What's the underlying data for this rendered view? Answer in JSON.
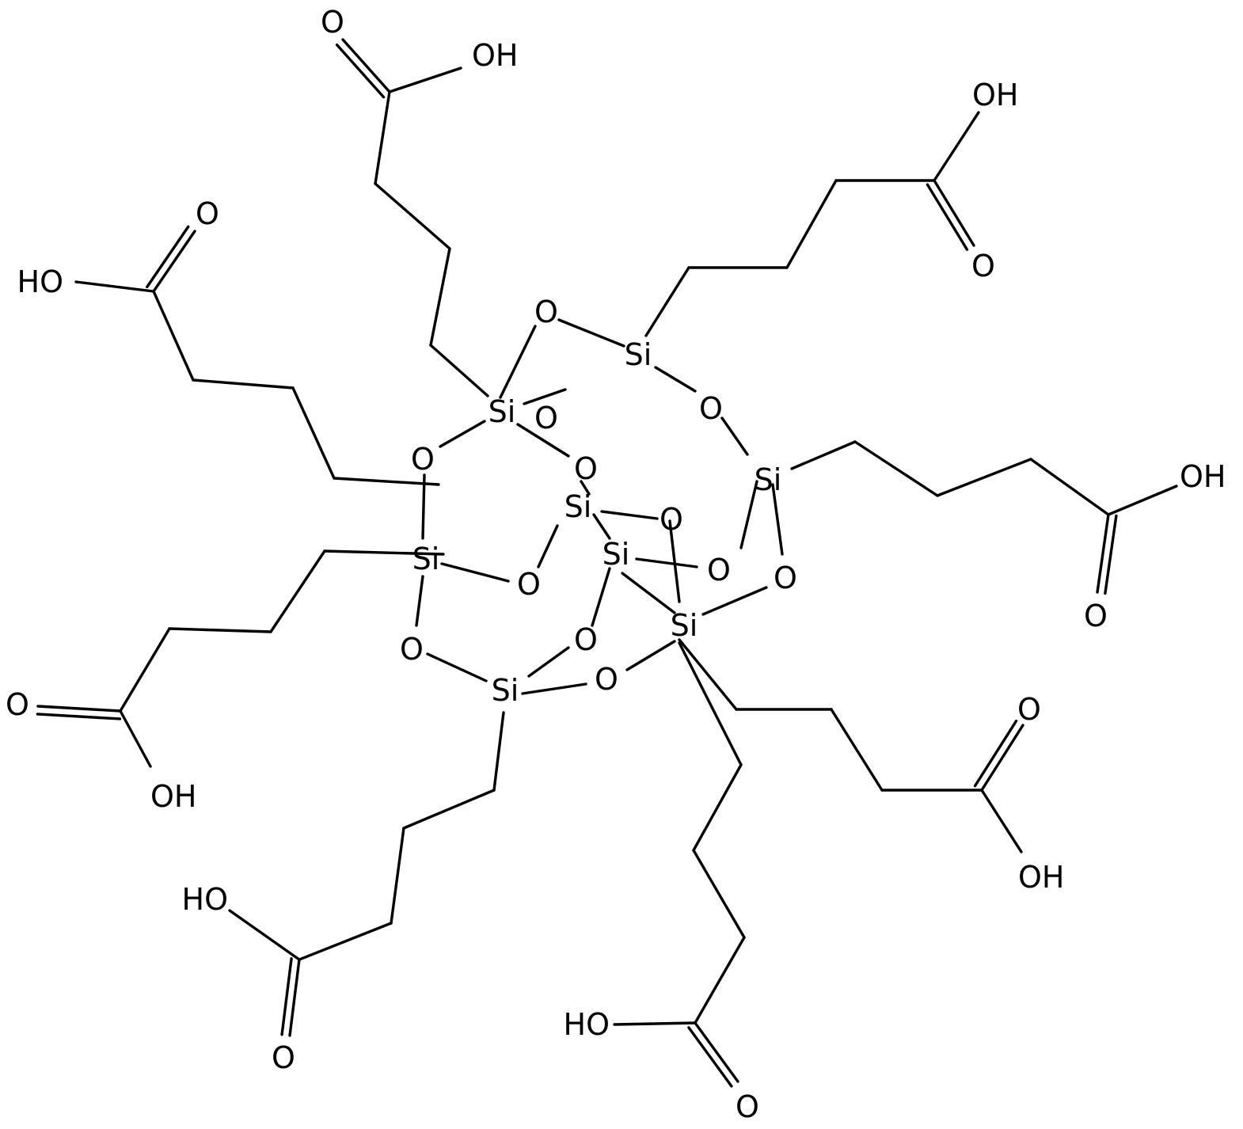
{
  "diagram": {
    "labels": {
      "si": "Si",
      "o": "O",
      "oh_right": "OH",
      "oh_left": "HO"
    }
  }
}
